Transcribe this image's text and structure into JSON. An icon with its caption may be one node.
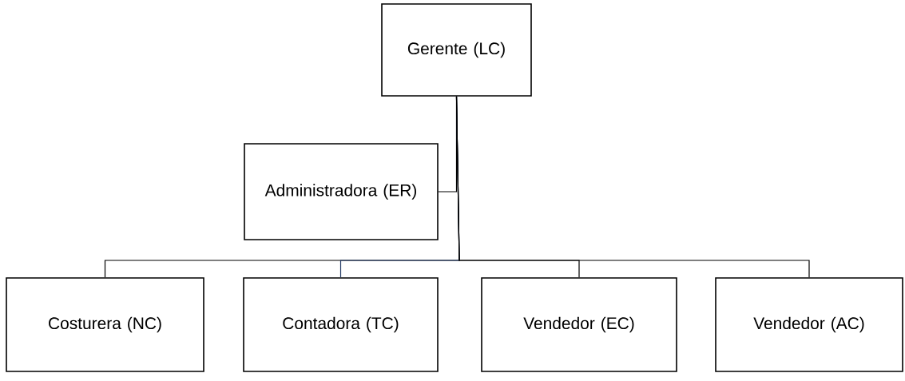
{
  "diagram": {
    "nodes": [
      {
        "text": [
          "Gerente (LC)"
        ]
      },
      {
        "text": [
          "Administradora (ER)"
        ]
      },
      {
        "text": [
          "Costurera (NC)"
        ]
      },
      {
        "text": [
          "Contadora (TC)"
        ]
      },
      {
        "text": [
          "Vendedor (EC)"
        ]
      },
      {
        "text": [
          "Vendedor (AC)"
        ]
      }
    ],
    "edges": [
      {
        "from": 0,
        "to": 1,
        "arrow": "none"
      },
      {
        "from": 0,
        "to": 2,
        "arrow": "none"
      },
      {
        "from": 0,
        "to": 3,
        "arrow": "none",
        "color": "#203864"
      },
      {
        "from": 0,
        "to": 4,
        "arrow": "none"
      },
      {
        "from": 0,
        "to": 5,
        "arrow": "none"
      }
    ]
  }
}
